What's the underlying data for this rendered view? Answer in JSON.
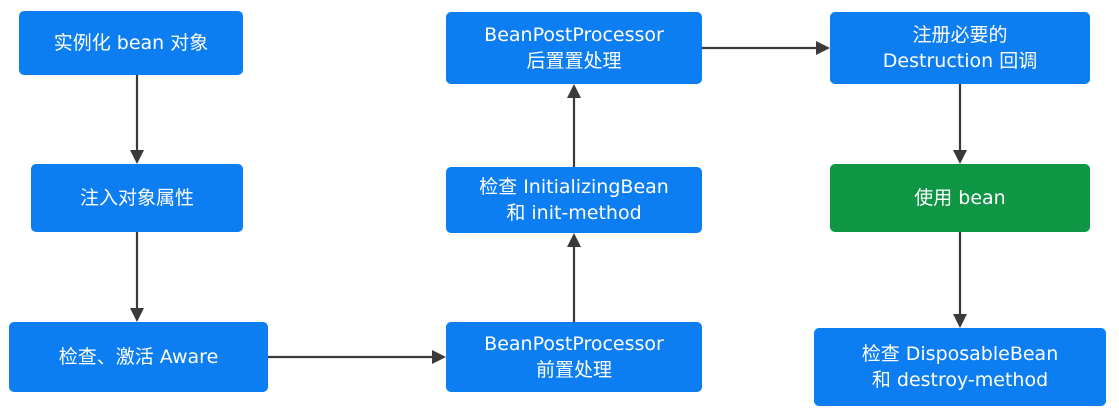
{
  "nodes": {
    "instantiate": {
      "lines": [
        "实例化 bean 对象"
      ]
    },
    "inject": {
      "lines": [
        "注入对象属性"
      ]
    },
    "aware": {
      "lines": [
        "检查、激活 Aware"
      ]
    },
    "pre": {
      "lines": [
        "BeanPostProcessor",
        "前置处理"
      ]
    },
    "init": {
      "lines": [
        "检查 InitializingBean",
        "和 init-method"
      ]
    },
    "post": {
      "lines": [
        "BeanPostProcessor",
        "后置置处理"
      ]
    },
    "destruction": {
      "lines": [
        "注册必要的",
        "Destruction 回调"
      ]
    },
    "use": {
      "lines": [
        "使用 bean"
      ]
    },
    "destroy": {
      "lines": [
        "检查 DisposableBean",
        "和 destroy-method"
      ]
    }
  },
  "colors": {
    "node_blue": "#0d7ef2",
    "node_green": "#0e9645",
    "arrow": "#3a3a3a"
  }
}
